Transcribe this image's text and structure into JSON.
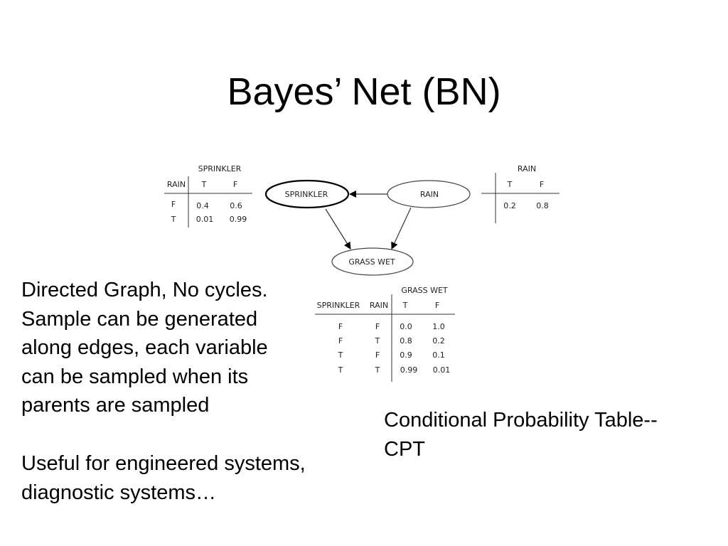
{
  "slide": {
    "title": "Bayes’ Net (BN)",
    "bullets_1": [
      "Directed Graph, No cycles.",
      "Sample can be generated",
      "along edges, each variable",
      "can be sampled when its",
      "parents are sampled"
    ],
    "bullets_2": [
      "Useful for engineered systems,",
      "diagnostic systems…"
    ],
    "cpt_caption": [
      "Conditional Probability Table--",
      "CPT"
    ]
  },
  "diagram": {
    "nodes": {
      "sprinkler": "SPRINKLER",
      "rain": "RAIN",
      "grass_wet": "GRASS WET"
    },
    "edges": [
      {
        "from": "rain",
        "to": "sprinkler"
      },
      {
        "from": "sprinkler",
        "to": "grass_wet"
      },
      {
        "from": "rain",
        "to": "grass_wet"
      }
    ],
    "sprinkler_table": {
      "title": "SPRINKLER",
      "header": [
        "RAIN",
        "T",
        "F"
      ],
      "rows": [
        [
          "F",
          "0.4",
          "0.6"
        ],
        [
          "T",
          "0.01",
          "0.99"
        ]
      ]
    },
    "rain_table": {
      "title": "RAIN",
      "header": [
        "T",
        "F"
      ],
      "row": [
        "0.2",
        "0.8"
      ]
    },
    "grass_table": {
      "title": "GRASS WET",
      "header": [
        "SPRINKLER",
        "RAIN",
        "T",
        "F"
      ],
      "rows": [
        [
          "F",
          "F",
          "0.0",
          "1.0"
        ],
        [
          "F",
          "T",
          "0.8",
          "0.2"
        ],
        [
          "T",
          "F",
          "0.9",
          "0.1"
        ],
        [
          "T",
          "T",
          "0.99",
          "0.01"
        ]
      ]
    }
  }
}
